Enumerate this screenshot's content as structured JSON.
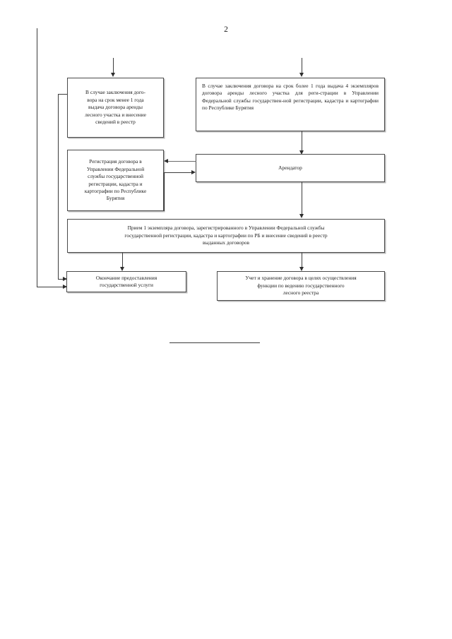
{
  "page": {
    "number": "2"
  },
  "boxes": {
    "short_term_contract": {
      "text": "В случае заключения дого-\nвора на срок менее 1 года\nвыдача договора аренды\nлесного участка и внесение\nсведений в реестр"
    },
    "long_term_contract": {
      "text": "В случае заключения договора на срок более 1 года выдача 4 экземпляров договора аренды лесного участка для реги-страции в Управлении Федеральной  службы государствен-ной регистрации, кадастра и картографии по Республике Бурятия"
    },
    "registration": {
      "text": "Регистрация договора в\nУправлении Федеральной\nслужбы государственной\nрегистрации, кадастра и\nкартографии по Республике\nБурятия"
    },
    "tenant": {
      "text": "Арендатор"
    },
    "receipt_copy": {
      "text": "Прием 1 экземпляра договора, зарегистрированного в Управлении Федеральной службы\nгосударственной регистрации, кадастра и картографии по РБ и внесение сведений в реестр\nвыданных договоров"
    },
    "service_end": {
      "text": "Окончание предоставления\nгосударственной услуги"
    },
    "storage_accounting": {
      "text": "Учет и хранение договора в целях осуществления\nфункции по ведению государственного\nлесного реестра"
    }
  },
  "colors": {
    "box_border": "#4a4a4a",
    "connector": "#3c3c3c",
    "page_background": "#ffffff",
    "text": "#1b1b1b"
  }
}
